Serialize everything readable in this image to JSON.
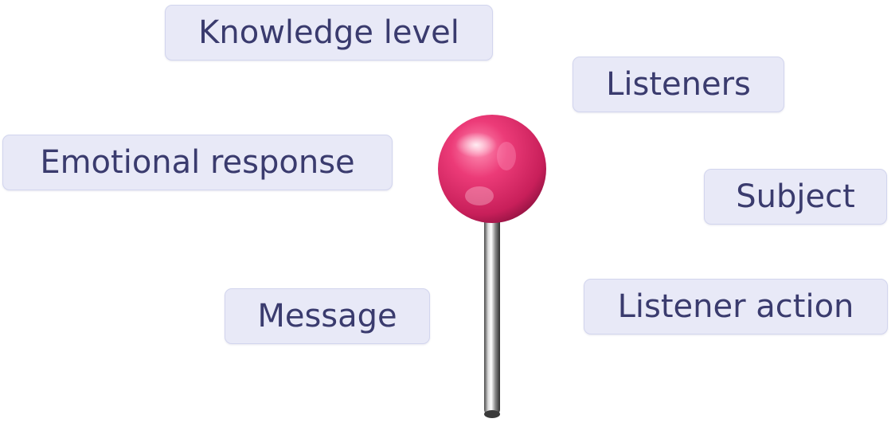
{
  "tags": {
    "knowledge_level": "Knowledge level",
    "listeners": "Listeners",
    "emotional_response": "Emotional response",
    "subject": "Subject",
    "message": "Message",
    "listener_action": "Listener action"
  },
  "colors": {
    "tag_background": "#e8e9f7",
    "tag_text": "#3a3b6e",
    "pin_head": "#e5336f"
  },
  "icons": {
    "pin": "push-pin-icon"
  }
}
